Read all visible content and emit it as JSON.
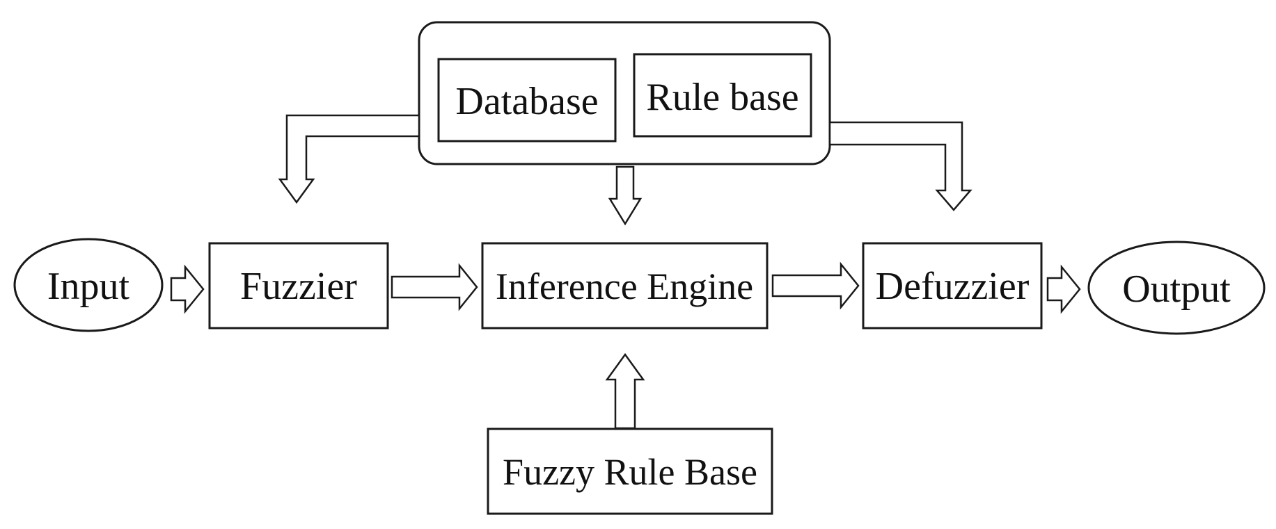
{
  "diagram": {
    "knowledge_base": {
      "database": "Database",
      "rule_base": "Rule base"
    },
    "input": "Input",
    "fuzzier": "Fuzzier",
    "inference_engine": "Inference Engine",
    "defuzzier": "Defuzzier",
    "output": "Output",
    "fuzzy_rule_base": "Fuzzy Rule Base"
  },
  "colors": {
    "stroke": "#1a1a1a",
    "fill": "#ffffff",
    "text": "#111111"
  }
}
